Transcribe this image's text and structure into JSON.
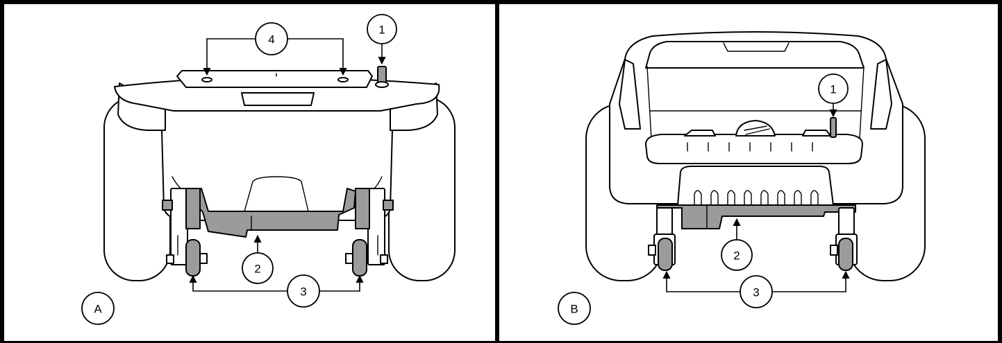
{
  "panels": [
    {
      "label": "A",
      "callouts": [
        "1",
        "2",
        "3",
        "4"
      ]
    },
    {
      "label": "B",
      "callouts": [
        "1",
        "2",
        "3"
      ]
    }
  ]
}
